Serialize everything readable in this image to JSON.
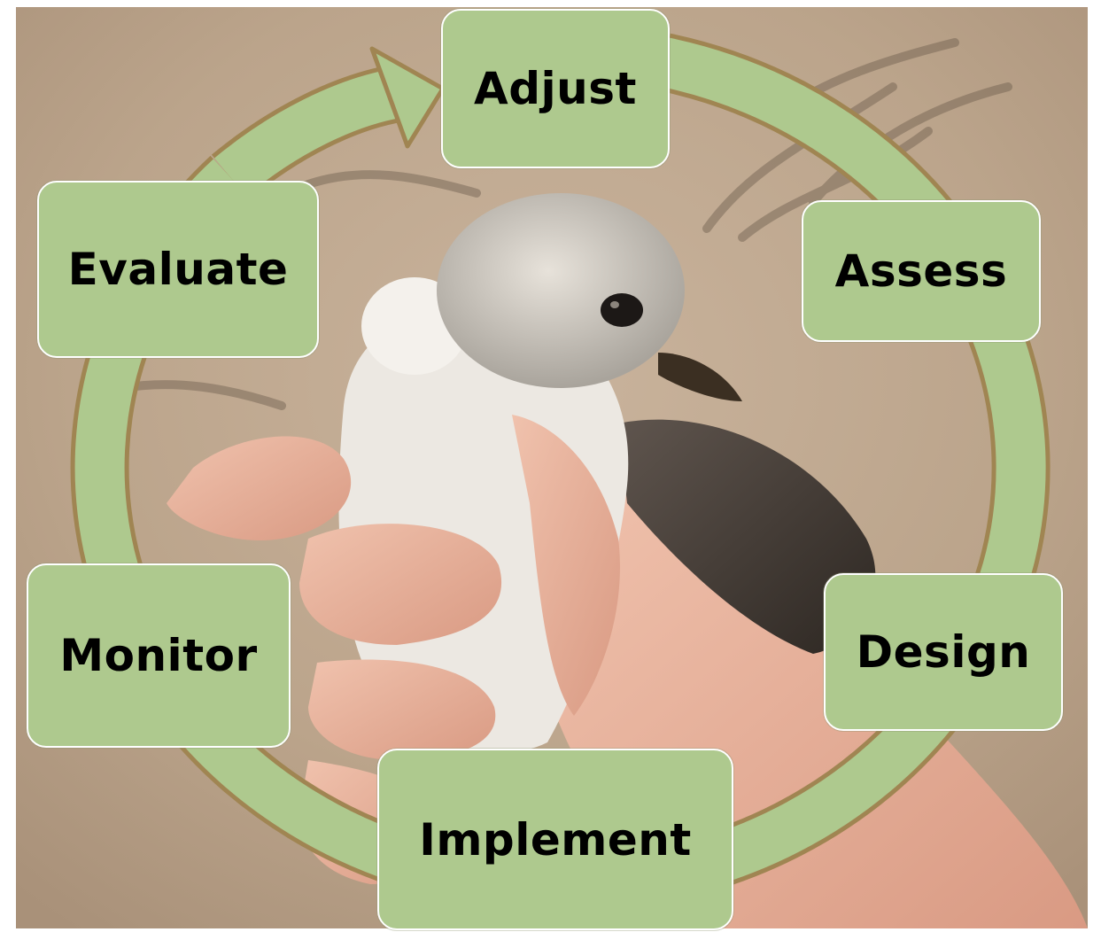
{
  "diagram": {
    "type": "cycle",
    "colors": {
      "box_fill": "#aec98e",
      "box_border": "#ffffff",
      "ring_fill": "#aec98e",
      "ring_outline": "#a08552",
      "text": "#000000"
    },
    "steps": [
      {
        "label": "Adjust"
      },
      {
        "label": "Assess"
      },
      {
        "label": "Design"
      },
      {
        "label": "Implement"
      },
      {
        "label": "Monitor"
      },
      {
        "label": "Evaluate"
      }
    ]
  }
}
